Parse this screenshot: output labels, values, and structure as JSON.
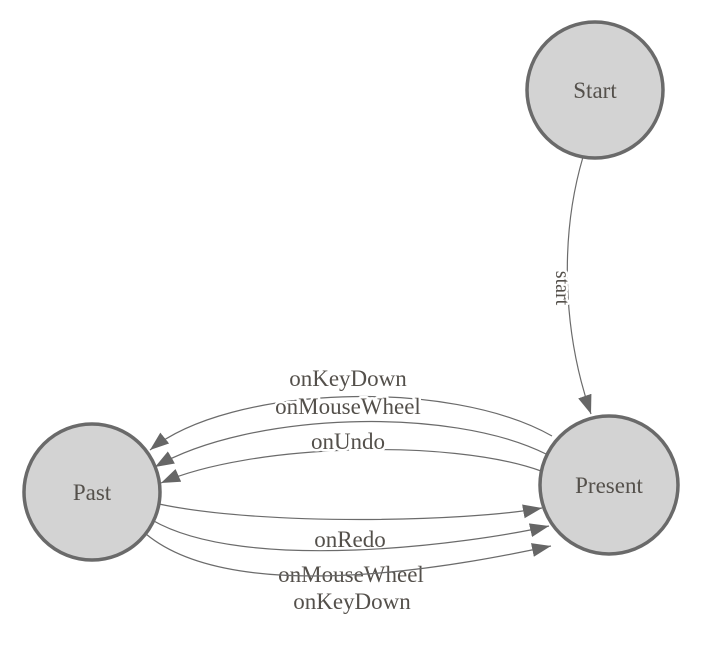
{
  "diagram": {
    "type": "state-machine",
    "colors": {
      "background": "#ffffff",
      "node_fill": "#d3d3d3",
      "node_stroke": "#6a6a6a",
      "edge_stroke": "#6b6b6b",
      "arrow_fill": "#666666",
      "text": "#54504b"
    },
    "nodes": [
      {
        "id": "start",
        "label": "Start"
      },
      {
        "id": "past",
        "label": "Past"
      },
      {
        "id": "present",
        "label": "Present"
      }
    ],
    "edges": [
      {
        "from": "Start",
        "to": "Present",
        "label": "start"
      },
      {
        "from": "Present",
        "to": "Past",
        "label": "onKeyDown"
      },
      {
        "from": "Present",
        "to": "Past",
        "label": "onMouseWheel"
      },
      {
        "from": "Present",
        "to": "Past",
        "label": "onUndo"
      },
      {
        "from": "Past",
        "to": "Present",
        "label": "onRedo"
      },
      {
        "from": "Past",
        "to": "Present",
        "label": "onMouseWheel"
      },
      {
        "from": "Past",
        "to": "Present",
        "label": "onKeyDown"
      }
    ]
  }
}
